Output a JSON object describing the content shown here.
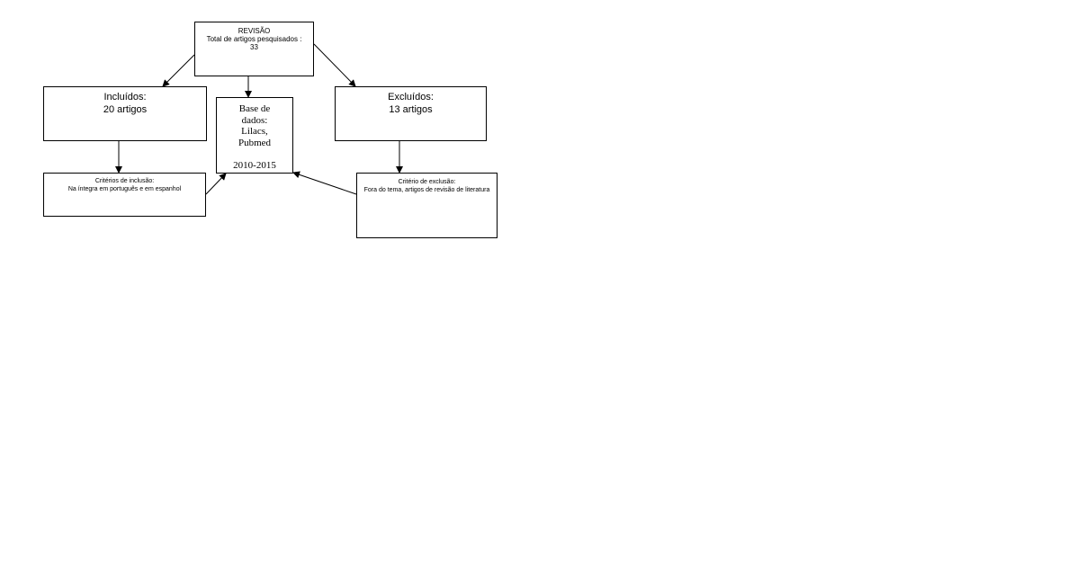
{
  "diagram": {
    "revisao": {
      "title": "REVISÃO",
      "line2": "Total de artigos pesquisados :",
      "line3": "33"
    },
    "incluidos": {
      "line1": "Incluídos:",
      "line2": "20 artigos"
    },
    "base_de_dados": {
      "line1": "Base de",
      "line2": "dados:",
      "line3": "Lilacs,",
      "line4": "Pubmed",
      "line5": "2010-2015"
    },
    "excluidos": {
      "line1": "Excluídos:",
      "line2": "13 artigos"
    },
    "criterios_inclusao": {
      "line1": "Critérios de inclusão:",
      "line2": "Na íntegra em português e em espanhol"
    },
    "criterio_exclusao": {
      "line1": "Critério de exclusão:",
      "line2": "Fora do tema, artigos de revisão de literatura"
    },
    "colors": {
      "stroke": "#000000",
      "background": "#ffffff"
    }
  }
}
